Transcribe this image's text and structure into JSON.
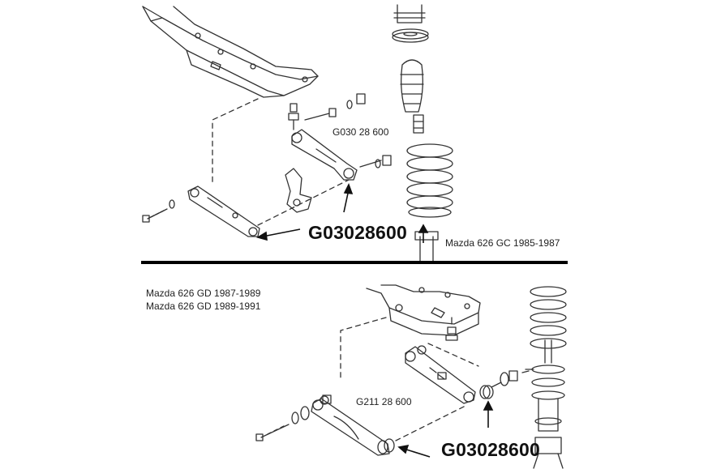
{
  "top": {
    "part_label": "G030 28 600",
    "part_number_big": "G03028600",
    "model_caption": "Mazda 626 GC 1985-1987"
  },
  "bottom": {
    "model_captions": [
      "Mazda 626 GD 1987-1989",
      "Mazda 626 GD 1989-1991"
    ],
    "part_label": "G211 28 600",
    "part_number_big": "G03028600"
  },
  "colors": {
    "line": "#333333",
    "divider": "#000000",
    "text": "#222222"
  }
}
